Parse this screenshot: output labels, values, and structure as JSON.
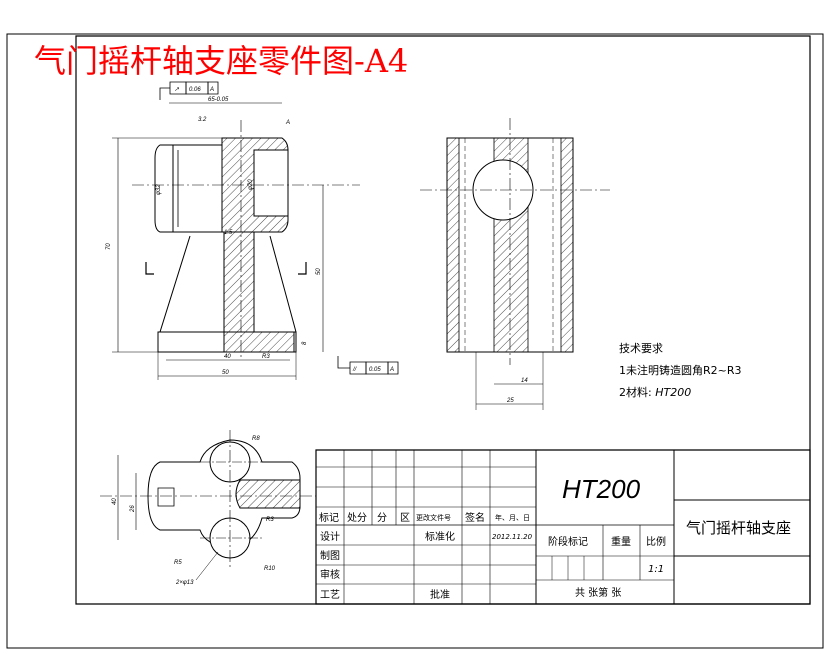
{
  "drawing_title": "气门摇杆轴支座零件图-A4",
  "tech_requirements": {
    "heading": "技术要求",
    "item1": "1未注明铸造圆角R2~R3",
    "item2_prefix": "2材料: ",
    "item2_material": "HT200"
  },
  "front_view": {
    "tol_frame_top": [
      "↗",
      "0.06",
      "A"
    ],
    "tol_frame_bottom": [
      "//",
      "0.05",
      "A"
    ],
    "dims": {
      "top": "65-0.05",
      "height": "70",
      "inner_height": "50",
      "bottom_width": "50",
      "base_width": "40",
      "dia": "φ32",
      "bore": "φ20",
      "datum": "A",
      "roughness": "3.2",
      "small": "1.5",
      "fillet": "R3",
      "d8": "8"
    }
  },
  "side_view": {
    "dims": {
      "d14": "14",
      "d25": "25"
    }
  },
  "top_view": {
    "dims": {
      "R8": "R8",
      "R3": "R3",
      "R10": "R10",
      "R5": "R5",
      "holes": "2×φ13",
      "d40": "40",
      "d26": "26"
    }
  },
  "title_block": {
    "material": "HT200",
    "part_name": "气门摇杆轴支座",
    "row_labels": [
      "标记",
      "处分",
      "分",
      "区",
      "更改文件号",
      "签名",
      "年、月、日"
    ],
    "design": "设计",
    "standardize": "标准化",
    "date": "2012.11.20",
    "stage_mark": "阶段标记",
    "weight": "重量",
    "scale": "比例",
    "scale_value": "1:1",
    "drawing": "制图",
    "review": "审核",
    "process": "工艺",
    "approve": "批准",
    "sheet_info": "共 张第 张"
  }
}
